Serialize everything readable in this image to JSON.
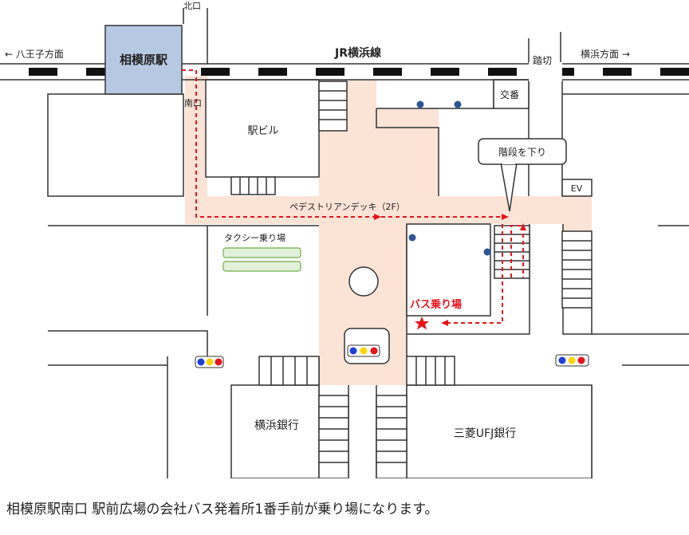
{
  "map": {
    "labels": {
      "north_exit": "北口",
      "south_exit": "南口",
      "station_name": "相模原駅",
      "hachioji_direction": "← 八王子方面",
      "jr_line": "JR横浜線",
      "crossing": "踏切",
      "yokohama_direction": "横浜方面 →",
      "koban": "交番",
      "station_building": "駅ビル",
      "callout_stairs": "階段を下り",
      "elevator": "EV",
      "pedestrian_deck": "ペデストリアンデッキ（2F）",
      "taxi_stand": "タクシー乗り場",
      "bus_stop": "バス乗り場",
      "yokohama_bank": "横浜銀行",
      "mufg_bank": "三菱UFJ銀行"
    },
    "colors": {
      "deck_fill": "#fbe3d6",
      "station_box": "#b7c9e2",
      "route_red": "#e8141b",
      "marker_blue": "#2f5597",
      "taxi_green": "#e2f0d9",
      "taxi_green_border": "#70ad47"
    },
    "icons": [
      "star-marker-icon",
      "traffic-signal-icon",
      "blue-dot-icon",
      "railway-track-icon"
    ]
  },
  "caption": "相模原駅南口 駅前広場の会社バス発着所1番手前が乗り場になります。"
}
